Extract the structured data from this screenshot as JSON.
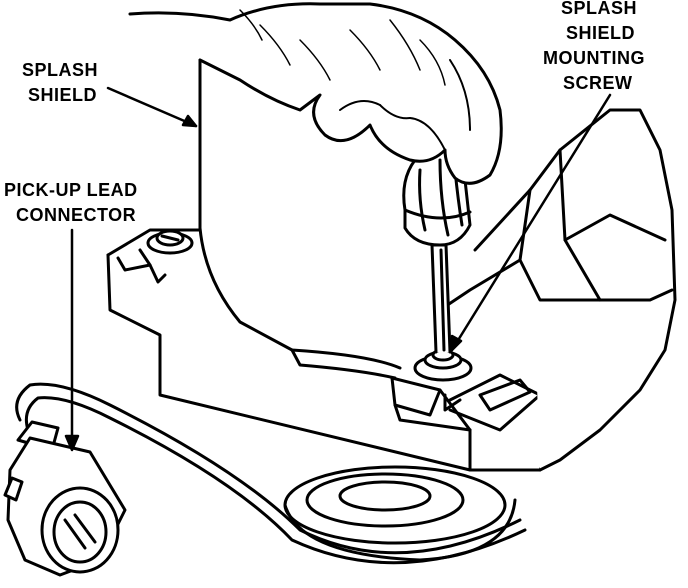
{
  "labels": {
    "splash_shield": {
      "line1": "SPLASH",
      "line2": "SHIELD"
    },
    "mounting_screw": {
      "line1": "SPLASH",
      "line2": "SHIELD",
      "line3": "MOUNTING",
      "line4": "SCREW"
    },
    "pickup_connector": {
      "line1": "PICK-UP LEAD",
      "line2": "CONNECTOR"
    }
  },
  "colors": {
    "ink": "#000000",
    "paper": "#ffffff"
  }
}
